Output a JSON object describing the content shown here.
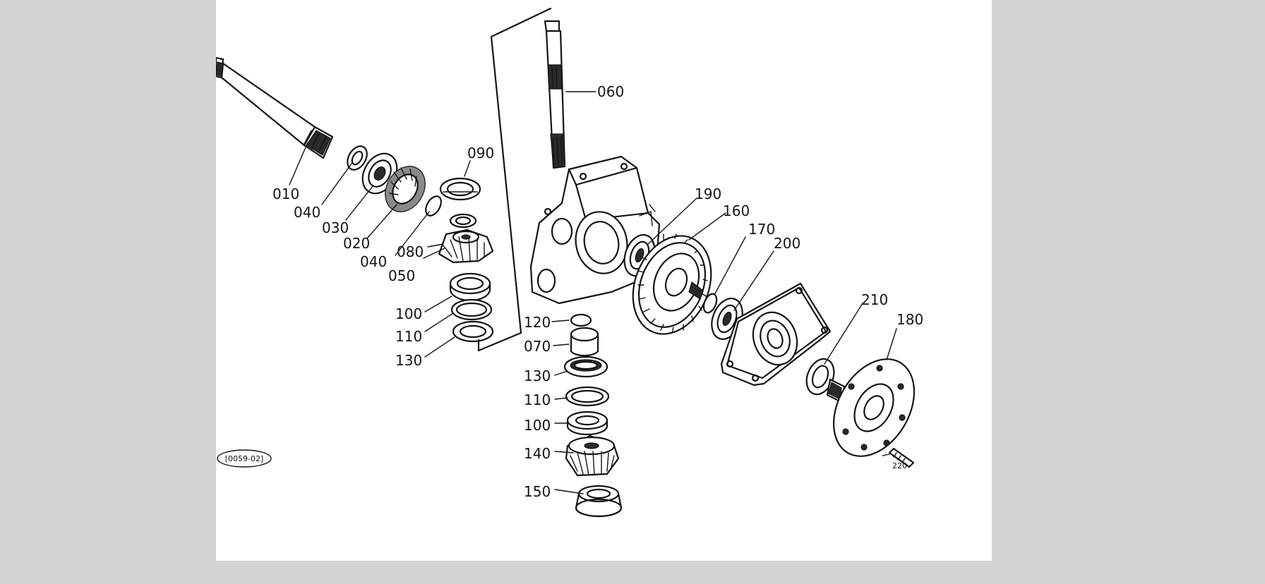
{
  "background_color": "#d3d3d3",
  "sheet_color": "#ffffff",
  "ink_color": "#141414",
  "reference_code": "[0059-02]",
  "labels": {
    "p010": "010",
    "p040a": "040",
    "p030": "030",
    "p020": "020",
    "p040b": "040",
    "p080": "080",
    "p050": "050",
    "p090": "090",
    "p100a": "100",
    "p110a": "110",
    "p130a": "130",
    "p060": "060",
    "p120": "120",
    "p070": "070",
    "p130b": "130",
    "p110b": "110",
    "p100b": "100",
    "p140": "140",
    "p150": "150",
    "p190": "190",
    "p160": "160",
    "p170": "170",
    "p200": "200",
    "p210": "210",
    "p180": "180",
    "p220": "220"
  }
}
